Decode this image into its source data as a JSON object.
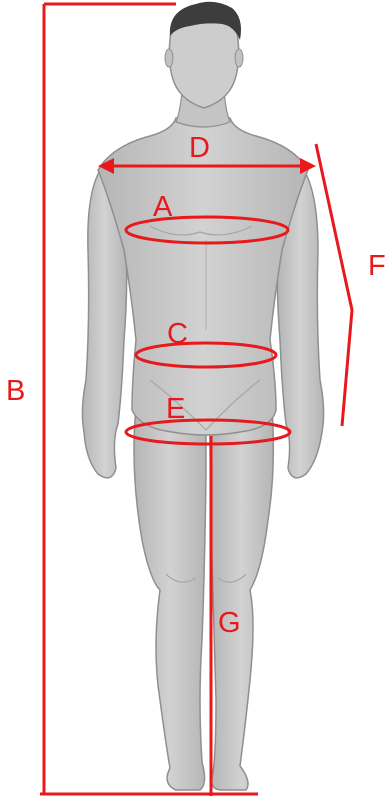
{
  "colors": {
    "accent": "#e8191c",
    "body_fill": "#c8c8c8",
    "body_outline": "#8f8f8f",
    "hair": "#3d3d3d",
    "background": "#ffffff"
  },
  "labels": {
    "a": "A",
    "b": "B",
    "c": "C",
    "d": "D",
    "e": "E",
    "f": "F",
    "g": "G"
  }
}
